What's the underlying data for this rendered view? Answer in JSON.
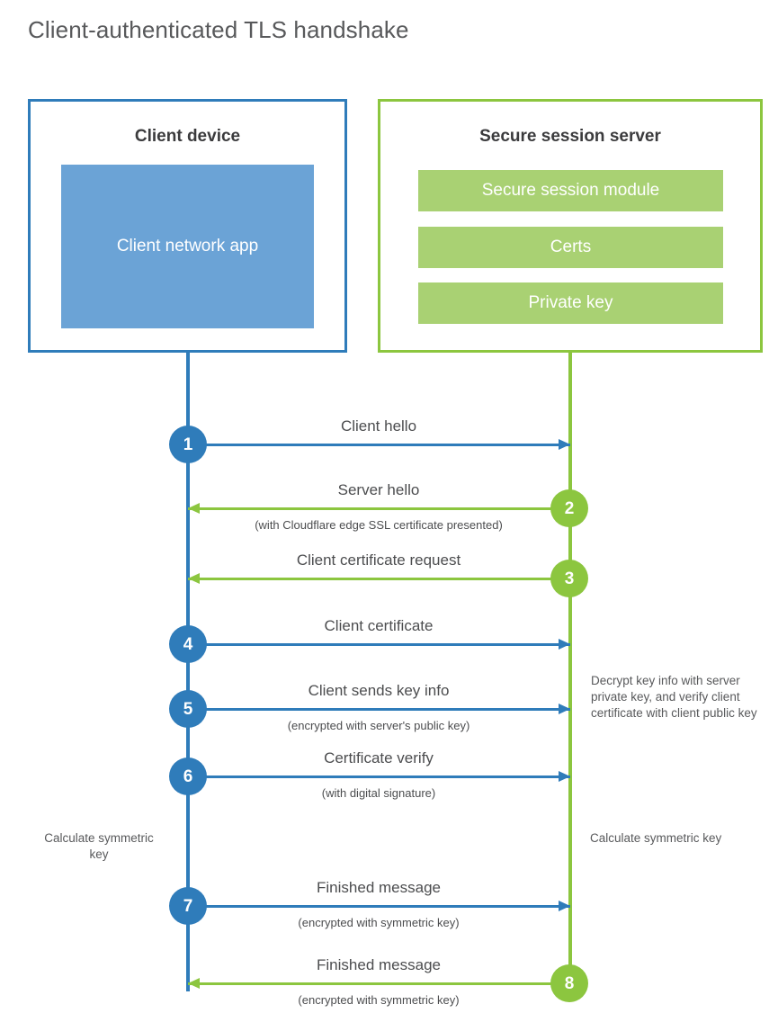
{
  "title": "Client-authenticated TLS handshake",
  "colors": {
    "blue": "#2f7cba",
    "blue_light": "#6ba3d6",
    "green": "#8cc63f",
    "green_light": "#a9d173",
    "text": "#4c4d4f",
    "title_text": "#58595b"
  },
  "client_box": {
    "title": "Client device",
    "app_label": "Client network app"
  },
  "server_box": {
    "title": "Secure session server",
    "bars": [
      "Secure session module",
      "Certs",
      "Private key"
    ]
  },
  "steps": [
    {
      "number": "1",
      "label": "Client hello",
      "sublabel": "",
      "direction": "right",
      "color": "blue",
      "origin": "client"
    },
    {
      "number": "2",
      "label": "Server hello",
      "sublabel": "(with Cloudflare edge SSL certificate presented)",
      "direction": "left",
      "color": "green",
      "origin": "server"
    },
    {
      "number": "3",
      "label": "Client certificate request",
      "sublabel": "",
      "direction": "left",
      "color": "green",
      "origin": "server"
    },
    {
      "number": "4",
      "label": "Client certificate",
      "sublabel": "",
      "direction": "right",
      "color": "blue",
      "origin": "client"
    },
    {
      "number": "5",
      "label": "Client sends key info",
      "sublabel": "(encrypted with server's public key)",
      "direction": "right",
      "color": "blue",
      "origin": "client"
    },
    {
      "number": "6",
      "label": "Certificate verify",
      "sublabel": "(with digital signature)",
      "direction": "right",
      "color": "blue",
      "origin": "client"
    },
    {
      "number": "7",
      "label": "Finished message",
      "sublabel": "(encrypted with symmetric key)",
      "direction": "right",
      "color": "blue",
      "origin": "client"
    },
    {
      "number": "8",
      "label": "Finished message",
      "sublabel": "(encrypted with symmetric key)",
      "direction": "left",
      "color": "green",
      "origin": "server"
    }
  ],
  "notes": {
    "server_decrypt": "Decrypt key info with server private key, and verify client certificate with client public key",
    "client_calculate": "Calculate symmetric key",
    "server_calculate": "Calculate symmetric key"
  }
}
